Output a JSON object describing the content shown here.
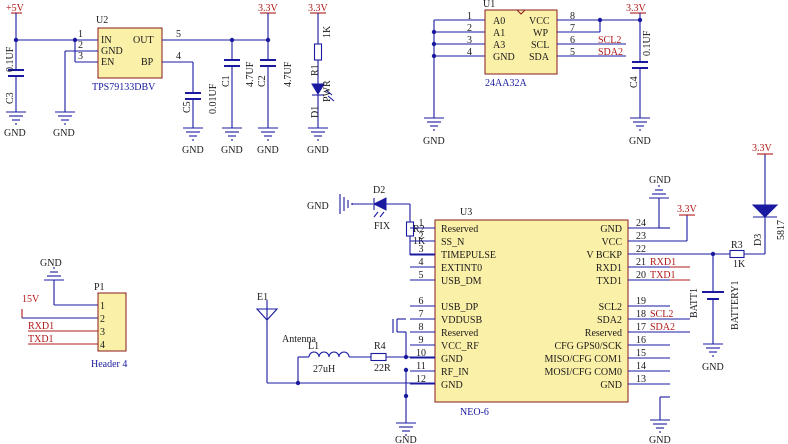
{
  "nets": {
    "plus5v": "+5V",
    "v33": "3.3V",
    "gnd": "GND",
    "v15": "15V",
    "scl2": "SCL2",
    "sda2": "SDA2",
    "rxd1": "RXD1",
    "txd1": "TXD1"
  },
  "u2": {
    "ref": "U2",
    "part": "TPS79133DBV",
    "pins": [
      {
        "num": "1",
        "name": "IN"
      },
      {
        "num": "2",
        "name": "GND"
      },
      {
        "num": "3",
        "name": "EN"
      },
      {
        "num": "5",
        "name": "OUT"
      },
      {
        "num": "4",
        "name": "BP"
      }
    ]
  },
  "caps": {
    "c3": {
      "ref": "C3",
      "value": "0.1UF"
    },
    "c5": {
      "ref": "C5",
      "value": "0.01UF"
    },
    "c1": {
      "ref": "C1",
      "value": "4.7UF"
    },
    "c2": {
      "ref": "C2",
      "value": "4.7UF"
    },
    "c4": {
      "ref": "C4",
      "value": "0.1UF"
    }
  },
  "led_pwr": {
    "r_ref": "R1",
    "r_value": "1K",
    "d_ref": "D1",
    "d_label": "PWR"
  },
  "u1": {
    "ref": "U1",
    "part": "24AA32A",
    "left_pins": [
      {
        "num": "1",
        "name": "A0"
      },
      {
        "num": "2",
        "name": "A1"
      },
      {
        "num": "3",
        "name": "A3"
      },
      {
        "num": "4",
        "name": "GND"
      }
    ],
    "right_pins": [
      {
        "num": "8",
        "name": "VCC"
      },
      {
        "num": "7",
        "name": "WP"
      },
      {
        "num": "6",
        "name": "SCL"
      },
      {
        "num": "5",
        "name": "SDA"
      }
    ]
  },
  "u3": {
    "ref": "U3",
    "part": "NEO-6",
    "left_pins": [
      {
        "num": "1",
        "name": "Reserved"
      },
      {
        "num": "2",
        "name": "SS_N"
      },
      {
        "num": "3",
        "name": "TIMEPULSE"
      },
      {
        "num": "4",
        "name": "EXTINT0"
      },
      {
        "num": "5",
        "name": "USB_DM"
      },
      {
        "num": "6",
        "name": "USB_DP"
      },
      {
        "num": "7",
        "name": "VDDUSB"
      },
      {
        "num": "8",
        "name": "Reserved"
      },
      {
        "num": "9",
        "name": "VCC_RF"
      },
      {
        "num": "10",
        "name": "GND"
      },
      {
        "num": "11",
        "name": "RF_IN"
      },
      {
        "num": "12",
        "name": "GND"
      }
    ],
    "right_pins": [
      {
        "num": "24",
        "name": "GND"
      },
      {
        "num": "23",
        "name": "VCC"
      },
      {
        "num": "22",
        "name": "V_BCKP"
      },
      {
        "num": "21",
        "name": "RXD1"
      },
      {
        "num": "20",
        "name": "TXD1"
      },
      {
        "num": "19",
        "name": "SCL2"
      },
      {
        "num": "18",
        "name": "SDA2"
      },
      {
        "num": "17",
        "name": "Reserved"
      },
      {
        "num": "16",
        "name": "CFG_GPS0/SCK"
      },
      {
        "num": "15",
        "name": "MISO/CFG_COM1"
      },
      {
        "num": "14",
        "name": "MOSI/CFG_COM0"
      },
      {
        "num": "13",
        "name": "GND"
      }
    ]
  },
  "fix": {
    "d_ref": "D2",
    "d_label": "FIX",
    "r_ref": "R2",
    "r_value": "1K"
  },
  "backup": {
    "r_ref": "R3",
    "r_value": "1K",
    "d_ref": "D3",
    "d_value": "5817",
    "bat_ref": "BATT1",
    "bat_label": "BATTERY1"
  },
  "rf": {
    "e_ref": "E1",
    "antenna_label": "Antenna",
    "l_ref": "L1",
    "l_value": "27uH",
    "r_ref": "R4",
    "r_value": "22R"
  },
  "p1": {
    "ref": "P1",
    "part": "Header 4",
    "pins": [
      "1",
      "2",
      "3",
      "4"
    ]
  }
}
